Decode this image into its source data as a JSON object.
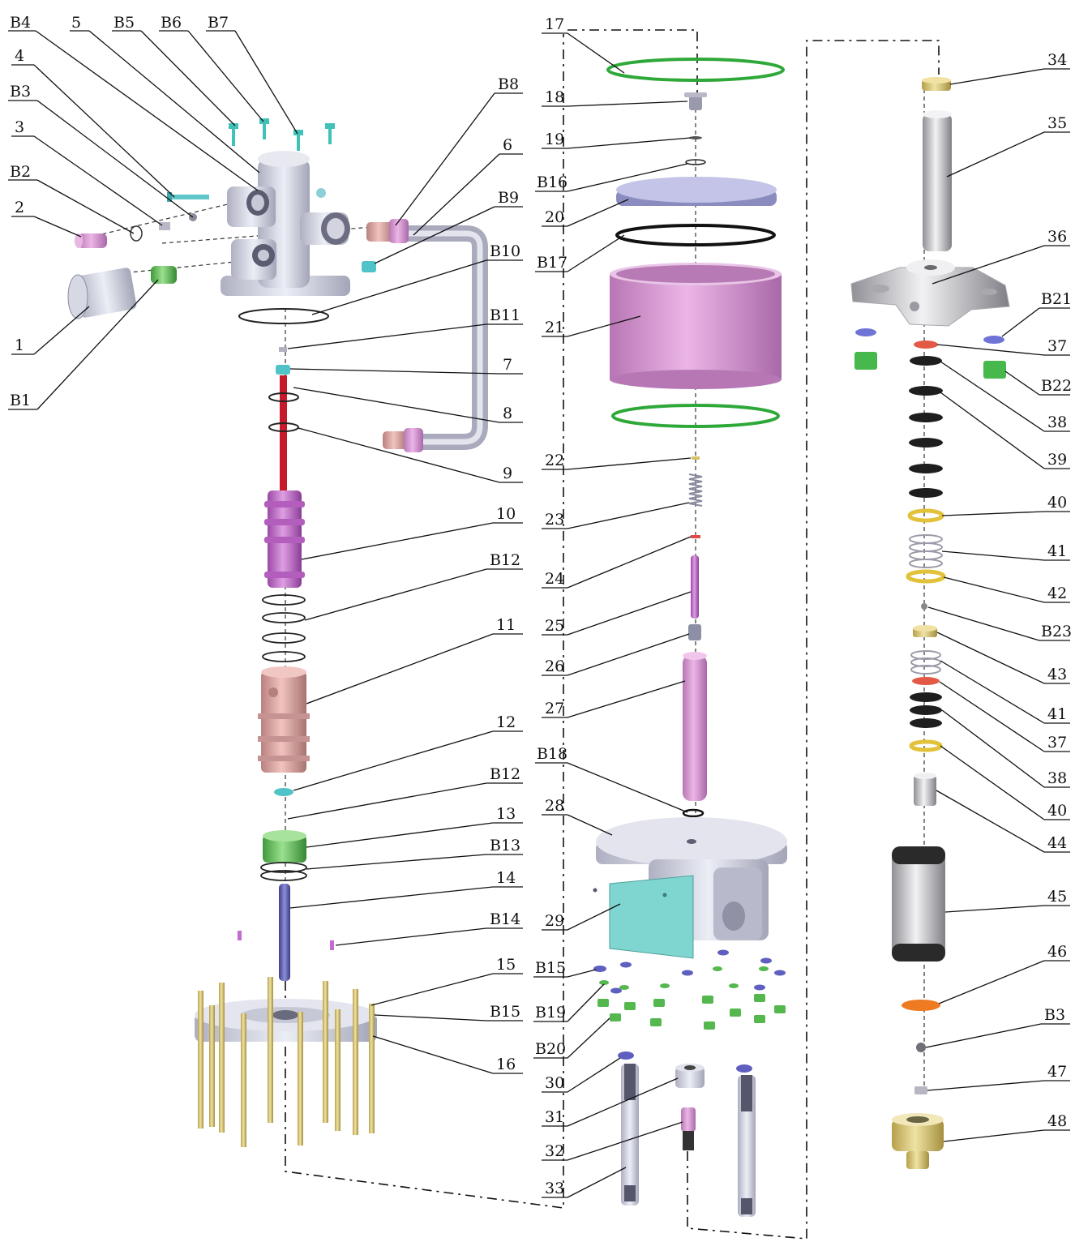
{
  "diagram": {
    "labels": [
      "B4",
      "5",
      "B5",
      "B6",
      "B7",
      "4",
      "B3",
      "3",
      "B2",
      "2",
      "1",
      "B1",
      "B8",
      "6",
      "B9",
      "B10",
      "B11",
      "7",
      "8",
      "9",
      "10",
      "B12",
      "11",
      "12",
      "B12",
      "13",
      "B13",
      "14",
      "B14",
      "15",
      "B15",
      "16",
      "17",
      "18",
      "19",
      "B16",
      "20",
      "B17",
      "21",
      "22",
      "23",
      "24",
      "25",
      "26",
      "27",
      "B18",
      "28",
      "29",
      "B15",
      "B19",
      "B20",
      "30",
      "31",
      "32",
      "33",
      "34",
      "35",
      "36",
      "B21",
      "37",
      "B22",
      "38",
      "39",
      "40",
      "41",
      "42",
      "B23",
      "43",
      "41",
      "37",
      "38",
      "40",
      "44",
      "45",
      "46",
      "B3",
      "47",
      "48"
    ],
    "colors": {
      "body_gray": "#c9c9d6",
      "pink": "#e2a3d6",
      "purple": "#c77ccf",
      "red": "#c61a2a",
      "copper": "#d9a3a0",
      "green": "#62c45c",
      "cyan": "#7fd6d1",
      "blue_rod": "#5d5fb0",
      "gold": "#d7c36a",
      "orange": "#f08a2a",
      "dark_ring": "#1b1b1b",
      "ring_green": "#2fa83a"
    }
  }
}
